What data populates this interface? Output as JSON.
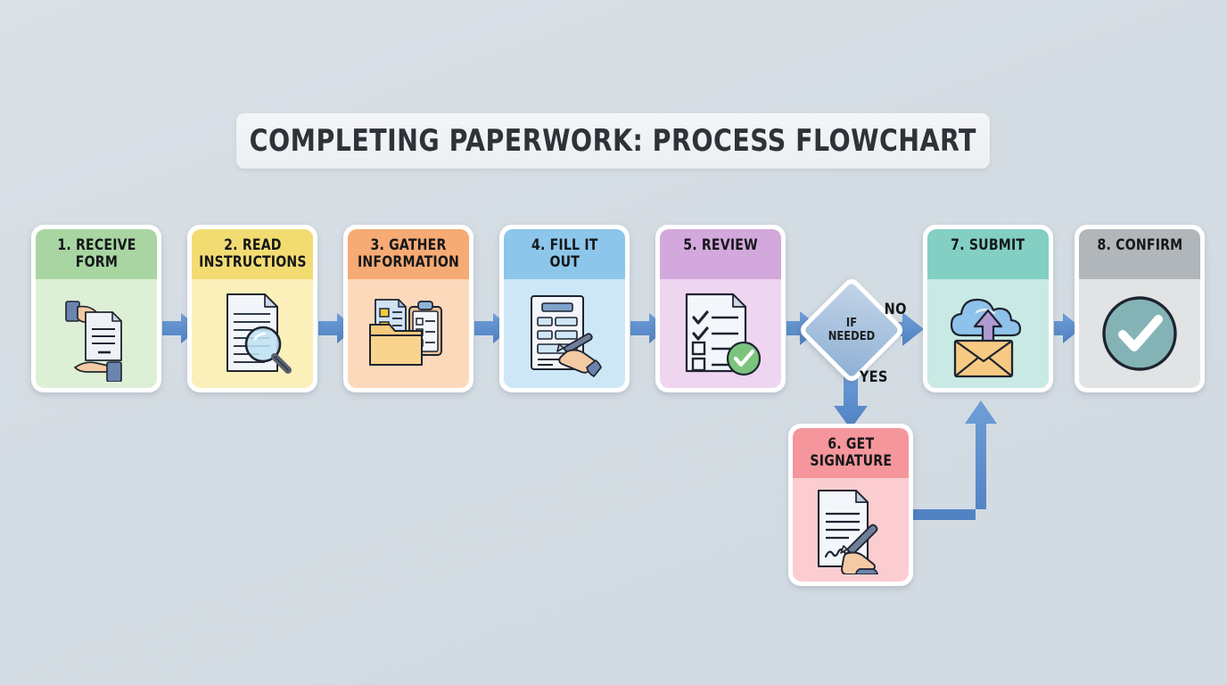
{
  "page": {
    "title": "COMPLETING PAPERWORK: PROCESS FLOWCHART",
    "background_color": "#d4dce3",
    "accent_color": "#5b8fd0"
  },
  "flowchart": {
    "type": "process-flowchart",
    "orientation": "horizontal",
    "steps": [
      {
        "number": "1",
        "label": "1. RECEIVE\nFORM",
        "label_line1": "1. RECEIVE",
        "label_line2": "FORM",
        "icon": "hands-passing-document-icon",
        "header_color": "#a8d5a2",
        "body_color": "#ddf0d6"
      },
      {
        "number": "2",
        "label": "2. READ\nINSTRUCTIONS",
        "label_line1": "2. READ",
        "label_line2": "INSTRUCTIONS",
        "icon": "document-magnifier-icon",
        "header_color": "#f2dc72",
        "body_color": "#fbf0ba"
      },
      {
        "number": "3",
        "label": "3. GATHER\nINFORMATION",
        "label_line1": "3. GATHER",
        "label_line2": "INFORMATION",
        "icon": "folder-clipboard-documents-icon",
        "header_color": "#f6aa74",
        "body_color": "#fcd9bb"
      },
      {
        "number": "4",
        "label": "4. FILL IT\nOUT",
        "label_line1": "4. FILL IT",
        "label_line2": "OUT",
        "icon": "form-hand-pen-icon",
        "header_color": "#8cc6ea",
        "body_color": "#cde7f7"
      },
      {
        "number": "5",
        "label": "5. REVIEW",
        "label_line1": "5. REVIEW",
        "label_line2": "",
        "icon": "checklist-approved-icon",
        "header_color": "#d3a8dc",
        "body_color": "#eed5f0"
      },
      {
        "number": "6",
        "label": "6. GET\nSIGNATURE",
        "label_line1": "6. GET",
        "label_line2": "SIGNATURE",
        "icon": "signing-document-hand-pen-icon",
        "header_color": "#f4969b",
        "body_color": "#fbcdd1"
      },
      {
        "number": "7",
        "label": "7. SUBMIT",
        "label_line1": "7. SUBMIT",
        "label_line2": "",
        "icon": "cloud-upload-envelope-icon",
        "header_color": "#83cfc4",
        "body_color": "#c8e9e4"
      },
      {
        "number": "8",
        "label": "8. CONFIRM",
        "label_line1": "8. CONFIRM",
        "label_line2": "",
        "icon": "check-circle-icon",
        "header_color": "#b0b6b9",
        "body_color": "#e1e3e4"
      }
    ],
    "decision": {
      "label_line1": "IF",
      "label_line2": "NEEDED",
      "fill_color": "#9fbcdb"
    },
    "edges": [
      {
        "from": "1",
        "to": "2",
        "label": "",
        "style": "arrow-right"
      },
      {
        "from": "2",
        "to": "3",
        "label": "",
        "style": "arrow-right"
      },
      {
        "from": "3",
        "to": "4",
        "label": "",
        "style": "arrow-right"
      },
      {
        "from": "4",
        "to": "5",
        "label": "",
        "style": "arrow-right"
      },
      {
        "from": "5",
        "to": "decision",
        "label": "",
        "style": "arrow-right"
      },
      {
        "from": "decision",
        "to": "7",
        "label": "NO",
        "style": "arrow-right"
      },
      {
        "from": "decision",
        "to": "6",
        "label": "YES",
        "style": "arrow-down"
      },
      {
        "from": "6",
        "to": "7",
        "label": "",
        "style": "elbow-right-up"
      },
      {
        "from": "7",
        "to": "8",
        "label": "",
        "style": "arrow-right"
      }
    ]
  }
}
